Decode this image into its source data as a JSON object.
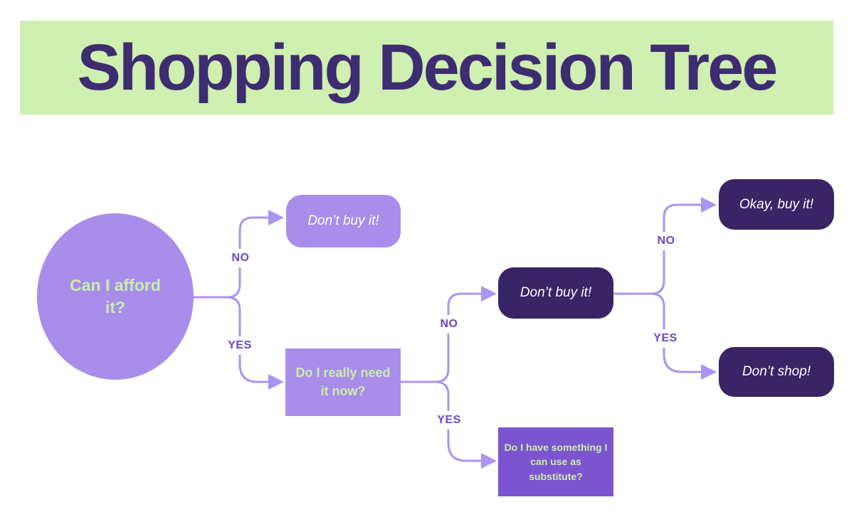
{
  "title": {
    "text": "Shopping Decision Tree"
  },
  "colors": {
    "banner_bg": "#cff0b0",
    "title_text": "#3e2c70",
    "light_purple": "#a98dea",
    "dark_purple": "#392465",
    "medium_purple": "#7c54cf",
    "green_text": "#c9f0aa",
    "white_text": "#ffffff",
    "connector": "#ab93f0",
    "label_text": "#6a46c6",
    "page_bg": "#ffffff"
  },
  "nodes": {
    "root": {
      "label": "Can I afford it?",
      "shape": "circle"
    },
    "dont_buy_light": {
      "label": "Don’t buy it!",
      "shape": "rounded"
    },
    "need_it_now": {
      "label": "Do I really need it now?",
      "shape": "rectangle"
    },
    "dont_buy_dark": {
      "label": "Don’t buy it!",
      "shape": "rounded"
    },
    "substitute": {
      "label": "Do I have something I can use as substitute?",
      "shape": "rectangle"
    },
    "okay_buy": {
      "label": "Okay, buy it!",
      "shape": "rounded"
    },
    "dont_shop": {
      "label": "Don’t shop!",
      "shape": "rounded"
    }
  },
  "edges": [
    {
      "from": "root",
      "to": "dont_buy_light",
      "label": "NO"
    },
    {
      "from": "root",
      "to": "need_it_now",
      "label": "YES"
    },
    {
      "from": "need_it_now",
      "to": "dont_buy_dark",
      "label": "NO"
    },
    {
      "from": "need_it_now",
      "to": "substitute",
      "label": "YES"
    },
    {
      "from": "dont_buy_dark",
      "to": "okay_buy",
      "label": "NO"
    },
    {
      "from": "dont_buy_dark",
      "to": "dont_shop",
      "label": "YES"
    }
  ]
}
